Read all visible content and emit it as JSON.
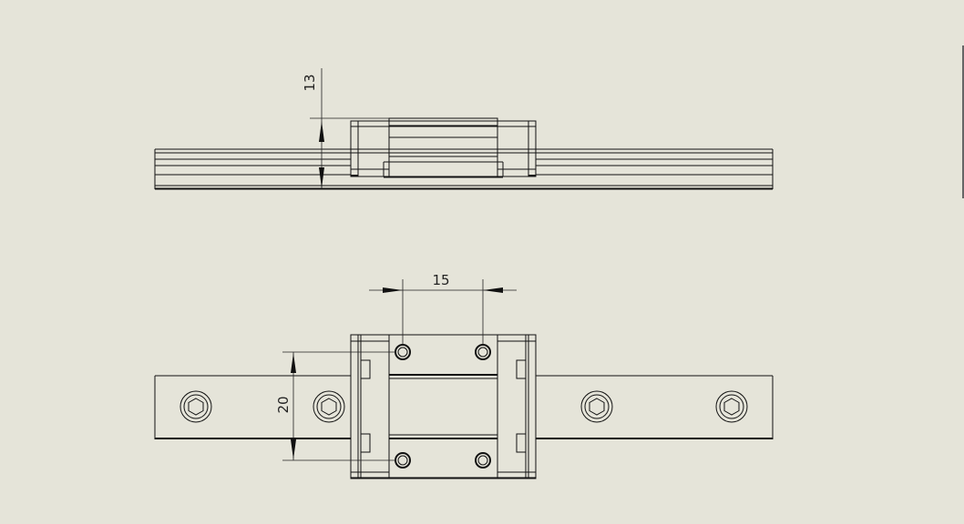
{
  "drawing": {
    "background": "#e5e4d9",
    "line_color": "#111111",
    "views": {
      "side_view": {
        "dimensions": [
          {
            "label": "13"
          }
        ]
      },
      "top_view": {
        "dimensions": [
          {
            "label": "15"
          },
          {
            "label": "20"
          }
        ]
      }
    }
  }
}
